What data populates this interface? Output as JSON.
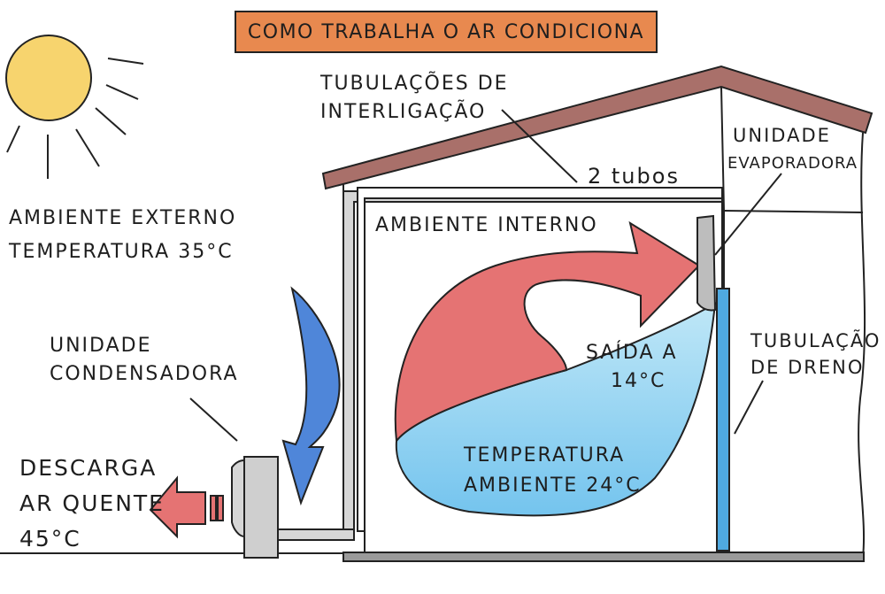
{
  "title": "COMO TRABALHA O AR CONDICIONA",
  "labels": {
    "ambiente_externo": "AMBIENTE EXTERNO",
    "temperatura_externa": "TEMPERATURA 35°C",
    "tubulacoes_line1": "TUBULAÇÕES DE",
    "tubulacoes_line2": "INTERLIGAÇÃO",
    "tubos": "2 tubos",
    "unidade_evap_line1": "UNIDADE",
    "unidade_evap_line2": "EVAPORADORA",
    "ambiente_interno": "AMBIENTE INTERNO",
    "saida_line1": "SAÍDA A",
    "saida_line2": "14°C",
    "tubulacao_dreno_line1": "TUBULAÇÃO",
    "tubulacao_dreno_line2": "DE DRENO",
    "temp_ambiente_line1": "TEMPERATURA",
    "temp_ambiente_line2": "AMBIENTE 24°C",
    "unidade_cond_line1": "UNIDADE",
    "unidade_cond_line2": "CONDENSADORA",
    "descarga_line1": "DESCARGA",
    "descarga_line2": "AR QUENTE",
    "descarga_line3": "45°C"
  },
  "colors": {
    "title_bg": "#e8894f",
    "sun": "#f7d46e",
    "roof": "#a9706a",
    "warm_air": "#e57373",
    "cool_air": "#a6dcf3",
    "cold_air": "#6ec3ec",
    "outdoor_air": "#4f86d9",
    "pipe": "#d6d6d6",
    "drain": "#4fa9e0",
    "ground": "#9a9a9a"
  }
}
